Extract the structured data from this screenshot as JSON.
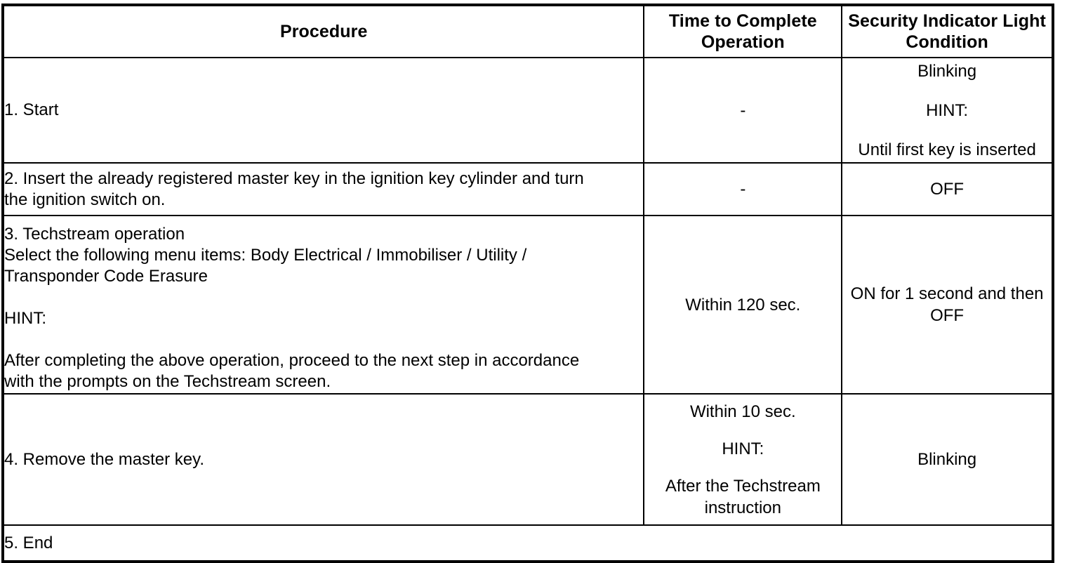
{
  "table": {
    "headers": {
      "procedure": "Procedure",
      "time": "Time to Complete Operation",
      "time_line1": "Time to Complete",
      "time_line2": "Operation",
      "light": "Security Indicator Light Condition",
      "light_line1": "Security Indicator Light",
      "light_line2": "Condition"
    },
    "rows": [
      {
        "procedure": "1. Start",
        "time": "-",
        "light_line1": "Blinking",
        "light_line2": "HINT:",
        "light_line3": "Until first key is inserted"
      },
      {
        "procedure_line1": "2. Insert the already registered master key in the ignition key cylinder and turn",
        "procedure_line2": "the ignition switch on.",
        "time": "-",
        "light": "OFF"
      },
      {
        "procedure_line1": "3. Techstream operation",
        "procedure_line2": "Select the following menu items: Body Electrical / Immobiliser / Utility /",
        "procedure_line3": "Transponder Code Erasure",
        "procedure_line4": "HINT:",
        "procedure_line5": "After completing the above operation, proceed to the next step in accordance",
        "procedure_line6": "with the prompts on the Techstream screen.",
        "time": "Within 120 sec.",
        "light_line1": "ON for 1 second and then",
        "light_line2": "OFF"
      },
      {
        "procedure": "4. Remove the master key.",
        "time_line1": "Within 10 sec.",
        "time_line2": "HINT:",
        "time_line3": "After the Techstream",
        "time_line4": "instruction",
        "light": "Blinking"
      },
      {
        "procedure": "5. End"
      }
    ]
  },
  "colors": {
    "border": "#000000",
    "text": "#000000",
    "background": "#ffffff"
  }
}
